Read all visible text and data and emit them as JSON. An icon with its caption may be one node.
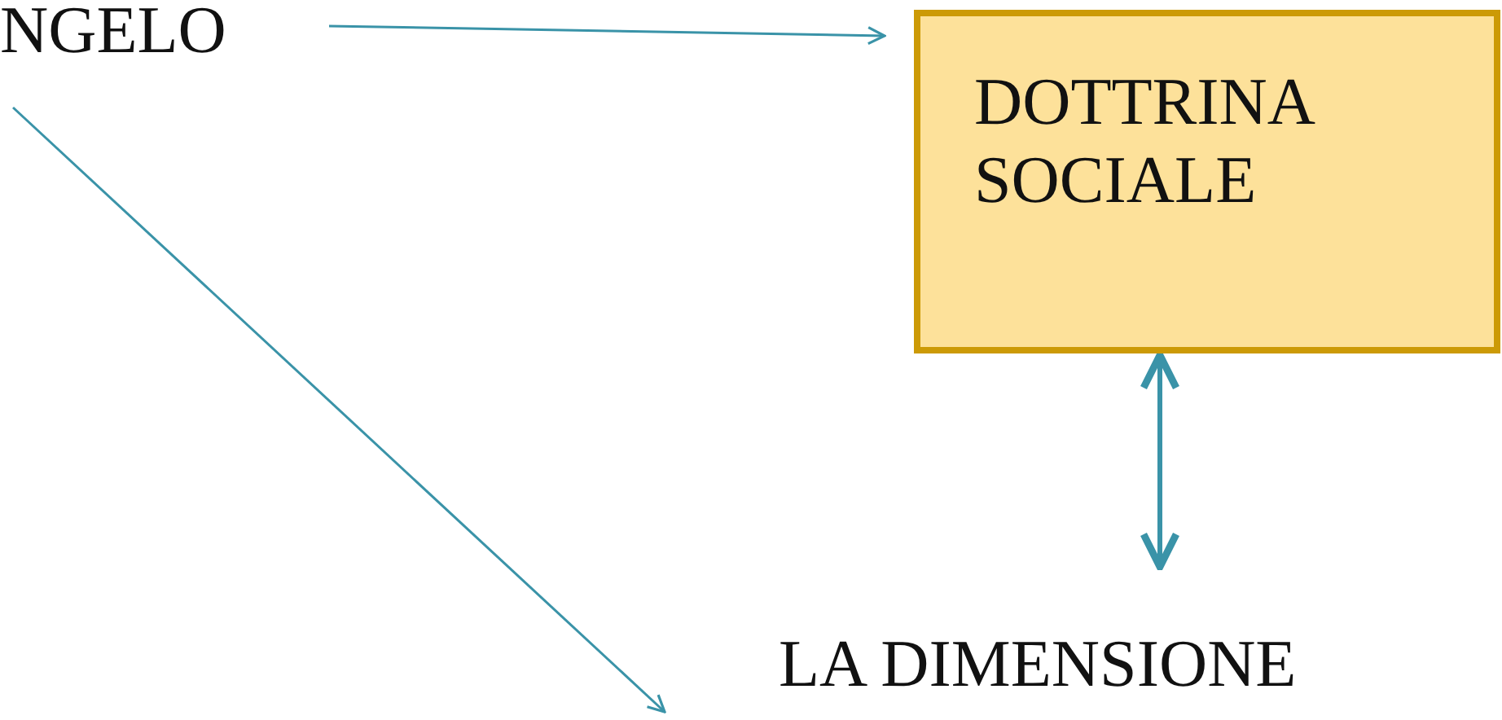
{
  "diagram": {
    "nodes": [
      {
        "text": [
          "NGELO"
        ]
      },
      {
        "text": [
          "DOTTRINA SOCIALE"
        ]
      },
      {
        "text": [
          "LA DIMENSIONE"
        ]
      }
    ],
    "edges": [
      {
        "from": 0,
        "to": 1,
        "arrow": "to"
      },
      {
        "from": 0,
        "to": null,
        "arrow": "to"
      },
      {
        "from": 1,
        "to": 2,
        "arrow": "both",
        "style": "thick"
      }
    ]
  }
}
